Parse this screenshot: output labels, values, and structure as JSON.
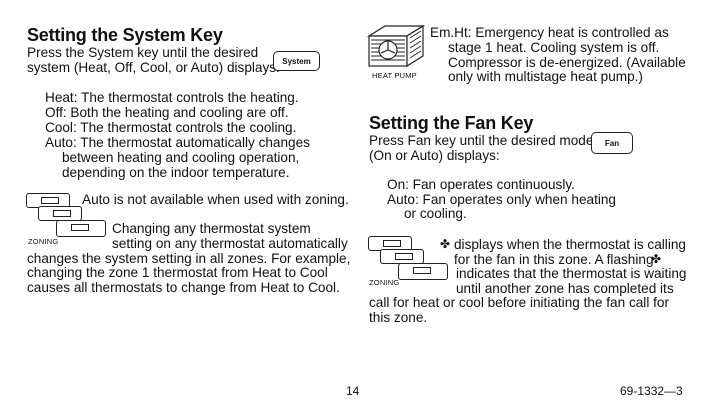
{
  "left": {
    "heading": "Setting the System Key",
    "intro": [
      "Press the System key until the desired",
      "system (Heat, Off, Cool, or Auto) displays."
    ],
    "system_key_label": "System",
    "modes": [
      "Heat: The thermostat controls the heating.",
      "Off: Both the heating and cooling are off.",
      "Cool: The thermostat controls the cooling.",
      "Auto: The thermostat automatically changes",
      "between heating and cooling operation,",
      "depending on the indoor temperature."
    ],
    "zoning_note": "Auto is not available when used with zoning.",
    "zoning_label": "ZONING",
    "zoning_para": [
      "Changing any thermostat system",
      "setting on any thermostat automatically",
      "changes the system setting in all zones. For example,",
      "changing the zone 1 thermostat from Heat to Cool",
      "causes all thermostats to change from Heat to Cool."
    ]
  },
  "right": {
    "heat_pump_label": "HEAT PUMP",
    "emht": [
      "Em.Ht:  Emergency heat is controlled as",
      "stage 1 heat. Cooling system is off.",
      "Compressor is de-energized. (Available",
      "only with multistage heat pump.)"
    ],
    "heading": "Setting the Fan Key",
    "intro": [
      "Press Fan key until the desired mode",
      "(On or Auto) displays:"
    ],
    "fan_key_label": "Fan",
    "modes": [
      "On: Fan operates continuously.",
      "Auto: Fan operates only when heating",
      "or cooling."
    ],
    "zoning_label": "ZONING",
    "fan_para": [
      "displays when the thermostat is calling",
      "for the fan in this zone.  A flashing",
      "indicates that the thermostat is waiting",
      "until another zone has completed its",
      "call for heat or cool before initiating the fan call for",
      "this zone."
    ]
  },
  "footer": {
    "page_number": "14",
    "doc_number": "69-1332—3"
  }
}
